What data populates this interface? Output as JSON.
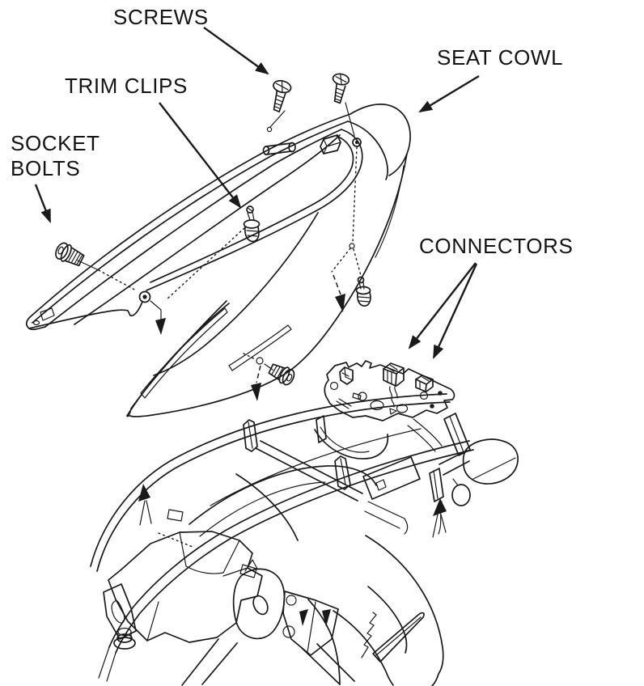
{
  "figure": {
    "type": "exploded-parts-line-drawing",
    "background_color": "#ffffff",
    "line_color": "#1a1a1a",
    "callouts": [
      {
        "id": "screws",
        "text": "SCREWS"
      },
      {
        "id": "seat-cowl",
        "text": "SEAT COWL"
      },
      {
        "id": "trim-clips",
        "text": "TRIM CLIPS"
      },
      {
        "id": "socket-bolts",
        "text": "SOCKET\nBOLTS"
      },
      {
        "id": "connectors",
        "text": "CONNECTORS"
      }
    ]
  }
}
